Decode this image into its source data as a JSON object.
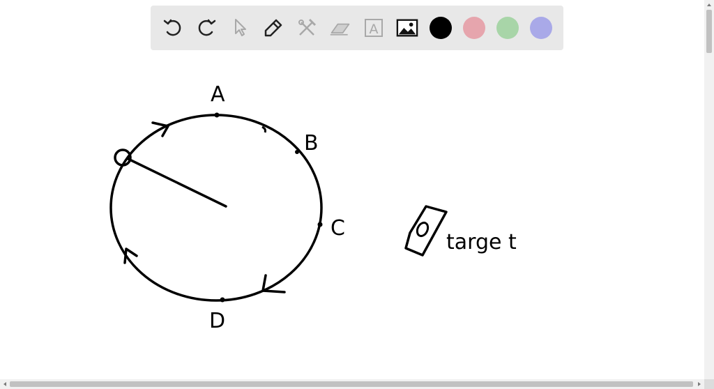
{
  "toolbar": {
    "tools": [
      {
        "icon": "undo-icon",
        "enabled": true
      },
      {
        "icon": "redo-icon",
        "enabled": true
      },
      {
        "icon": "select-pointer-icon",
        "enabled": false
      },
      {
        "icon": "pen-icon",
        "enabled": true
      },
      {
        "icon": "tools-icon",
        "enabled": false
      },
      {
        "icon": "eraser-icon",
        "enabled": false
      },
      {
        "icon": "text-icon",
        "enabled": false
      },
      {
        "icon": "image-icon",
        "enabled": true
      }
    ],
    "text_tool_glyph": "A",
    "colors": [
      "#000000",
      "#e6a5ad",
      "#a8d5a8",
      "#a9a9e8"
    ],
    "selected_color": "#000000"
  },
  "drawing": {
    "labels": {
      "a": "A",
      "b": "B",
      "c": "C",
      "d": "D",
      "target": "targe t"
    }
  }
}
